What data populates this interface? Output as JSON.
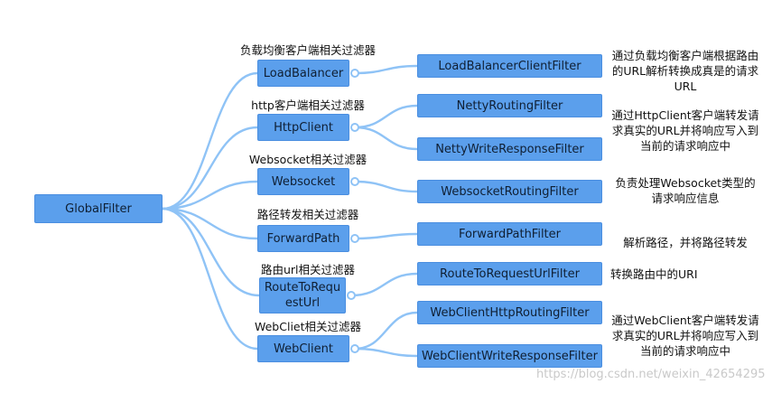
{
  "root": {
    "label": "GlobalFilter"
  },
  "groups": [
    {
      "caption": "负载均衡客户端相关过滤器",
      "label": "LoadBalancer",
      "filters": [
        "LoadBalancerClientFilter"
      ],
      "note": "通过负载均衡客户端根据路由的URL解析转换成真是的请求URL"
    },
    {
      "caption": "http客户端相关过滤器",
      "label": "HttpClient",
      "filters": [
        "NettyRoutingFilter",
        "NettyWriteResponseFilter"
      ],
      "note": "通过HttpClient客户端转发请求真实的URL并将响应写入到当前的请求响应中"
    },
    {
      "caption": "Websocket相关过滤器",
      "label": "Websocket",
      "filters": [
        "WebsocketRoutingFilter"
      ],
      "note": "负责处理Websocket类型的请求响应信息"
    },
    {
      "caption": "路径转发相关过滤器",
      "label": "ForwardPath",
      "filters": [
        "ForwardPathFilter"
      ],
      "note": "解析路径，并将路径转发"
    },
    {
      "caption": "路由url相关过滤器",
      "label": "RouteToRequestUrl",
      "filters": [
        "RouteToRequestUrlFilter"
      ],
      "note": "转换路由中的URI"
    },
    {
      "caption": "WebCliet相关过滤器",
      "label": "WebClient",
      "filters": [
        "WebClientHttpRoutingFilter",
        "WebClientWriteResponseFilter"
      ],
      "note": "通过WebClient客户端转发请求真实的URL并将响应写入到当前的请求响应中"
    }
  ],
  "watermark": "https://blog.csdn.net/weixin_42654295"
}
